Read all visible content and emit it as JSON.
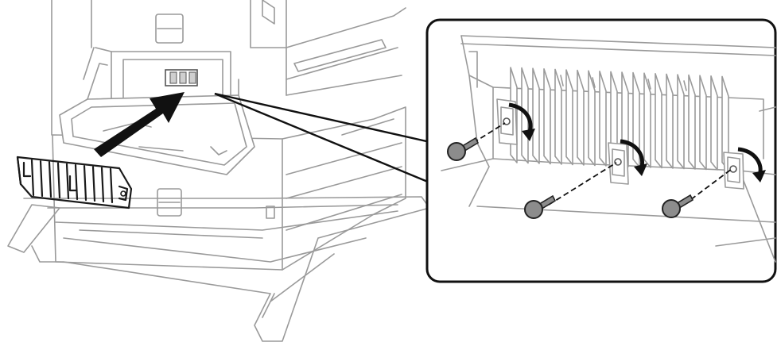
{
  "figure": {
    "subject": "printer-lower-cassette-rear-cover-installation",
    "callout": "magnified-view-of-screw-positions",
    "screw_count": 3,
    "colors": {
      "line_light": "#9a9a9a",
      "line_dark": "#1a1a1a",
      "arrow_fill": "#111111",
      "screw_fill": "#8c8c8c",
      "background": "#ffffff"
    },
    "icons": [
      "insert-arrow-icon",
      "rotate-arrow-icon",
      "screw-icon"
    ]
  }
}
